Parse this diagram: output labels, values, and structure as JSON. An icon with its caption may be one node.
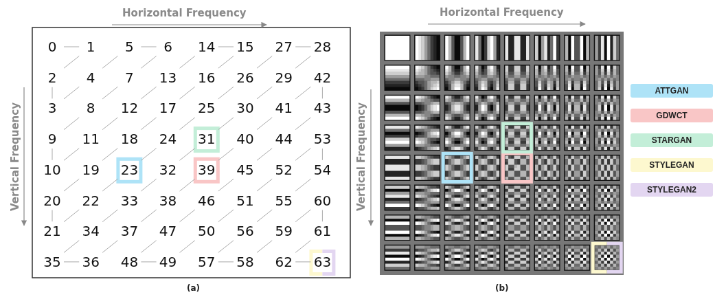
{
  "diagram": {
    "nodes": [
      {
        "text": [
          "0"
        ]
      },
      {
        "text": [
          "1"
        ]
      },
      {
        "text": [
          "2"
        ]
      },
      {
        "text": [
          "3"
        ]
      },
      {
        "text": [
          "4"
        ]
      },
      {
        "text": [
          "5"
        ]
      },
      {
        "text": [
          "6"
        ]
      },
      {
        "text": [
          "7"
        ]
      },
      {
        "text": [
          "8"
        ]
      },
      {
        "text": [
          "9"
        ]
      },
      {
        "text": [
          "10"
        ]
      },
      {
        "text": [
          "11"
        ]
      },
      {
        "text": [
          "12"
        ]
      },
      {
        "text": [
          "13"
        ]
      },
      {
        "text": [
          "14"
        ]
      },
      {
        "text": [
          "15"
        ]
      },
      {
        "text": [
          "16"
        ]
      },
      {
        "text": [
          "17"
        ]
      },
      {
        "text": [
          "18"
        ]
      },
      {
        "text": [
          "19"
        ]
      },
      {
        "text": [
          "20"
        ]
      },
      {
        "text": [
          "21"
        ]
      },
      {
        "text": [
          "22"
        ]
      },
      {
        "text": [
          "23"
        ]
      },
      {
        "text": [
          "24"
        ]
      },
      {
        "text": [
          "25"
        ]
      },
      {
        "text": [
          "26"
        ]
      },
      {
        "text": [
          "27"
        ]
      },
      {
        "text": [
          "28"
        ]
      },
      {
        "text": [
          "29"
        ]
      },
      {
        "text": [
          "30"
        ]
      },
      {
        "text": [
          "31"
        ]
      },
      {
        "text": [
          "32"
        ]
      },
      {
        "text": [
          "33"
        ]
      },
      {
        "text": [
          "34"
        ]
      },
      {
        "text": [
          "35"
        ]
      },
      {
        "text": [
          "36"
        ]
      },
      {
        "text": [
          "37"
        ]
      },
      {
        "text": [
          "38"
        ]
      },
      {
        "text": [
          "39"
        ]
      },
      {
        "text": [
          "40"
        ]
      },
      {
        "text": [
          "41"
        ]
      },
      {
        "text": [
          "42"
        ]
      },
      {
        "text": [
          "43"
        ]
      },
      {
        "text": [
          "44"
        ]
      },
      {
        "text": [
          "45"
        ]
      },
      {
        "text": [
          "46"
        ]
      },
      {
        "text": [
          "47"
        ]
      },
      {
        "text": [
          "48"
        ]
      },
      {
        "text": [
          "49"
        ]
      },
      {
        "text": [
          "50"
        ]
      },
      {
        "text": [
          "51"
        ]
      },
      {
        "text": [
          "52"
        ]
      },
      {
        "text": [
          "53"
        ]
      },
      {
        "text": [
          "54"
        ]
      },
      {
        "text": [
          "55"
        ]
      },
      {
        "text": [
          "56"
        ]
      },
      {
        "text": [
          "57"
        ]
      },
      {
        "text": [
          "58"
        ]
      },
      {
        "text": [
          "59"
        ]
      },
      {
        "text": [
          "60"
        ]
      },
      {
        "text": [
          "61"
        ]
      },
      {
        "text": [
          "62"
        ]
      },
      {
        "text": [
          "63"
        ]
      }
    ],
    "edges": [
      {
        "from": 0,
        "to": 1,
        "arrow": "none"
      },
      {
        "from": 1,
        "to": 2,
        "arrow": "none"
      },
      {
        "from": 2,
        "to": 3,
        "arrow": "none"
      },
      {
        "from": 3,
        "to": 4,
        "arrow": "none"
      },
      {
        "from": 4,
        "to": 5,
        "arrow": "none"
      },
      {
        "from": 5,
        "to": 6,
        "arrow": "none"
      },
      {
        "from": 6,
        "to": 7,
        "arrow": "none"
      },
      {
        "from": 7,
        "to": 8,
        "arrow": "none"
      },
      {
        "from": 8,
        "to": 9,
        "arrow": "none"
      },
      {
        "from": 9,
        "to": 10,
        "arrow": "none"
      },
      {
        "from": 10,
        "to": 11,
        "arrow": "none"
      },
      {
        "from": 11,
        "to": 12,
        "arrow": "none"
      },
      {
        "from": 12,
        "to": 13,
        "arrow": "none"
      },
      {
        "from": 13,
        "to": 14,
        "arrow": "none"
      },
      {
        "from": 14,
        "to": 15,
        "arrow": "none"
      },
      {
        "from": 15,
        "to": 16,
        "arrow": "none"
      },
      {
        "from": 16,
        "to": 17,
        "arrow": "none"
      },
      {
        "from": 17,
        "to": 18,
        "arrow": "none"
      },
      {
        "from": 18,
        "to": 19,
        "arrow": "none"
      },
      {
        "from": 19,
        "to": 20,
        "arrow": "none"
      },
      {
        "from": 20,
        "to": 21,
        "arrow": "none"
      },
      {
        "from": 21,
        "to": 22,
        "arrow": "none"
      },
      {
        "from": 22,
        "to": 23,
        "arrow": "none"
      },
      {
        "from": 23,
        "to": 24,
        "arrow": "none"
      },
      {
        "from": 24,
        "to": 25,
        "arrow": "none"
      },
      {
        "from": 25,
        "to": 26,
        "arrow": "none"
      },
      {
        "from": 26,
        "to": 27,
        "arrow": "none"
      },
      {
        "from": 27,
        "to": 28,
        "arrow": "none"
      },
      {
        "from": 28,
        "to": 29,
        "arrow": "none"
      },
      {
        "from": 29,
        "to": 30,
        "arrow": "none"
      },
      {
        "from": 30,
        "to": 31,
        "arrow": "none"
      },
      {
        "from": 31,
        "to": 32,
        "arrow": "none"
      },
      {
        "from": 32,
        "to": 33,
        "arrow": "none"
      },
      {
        "from": 33,
        "to": 34,
        "arrow": "none"
      },
      {
        "from": 34,
        "to": 35,
        "arrow": "none"
      },
      {
        "from": 35,
        "to": 36,
        "arrow": "none"
      },
      {
        "from": 36,
        "to": 37,
        "arrow": "none"
      },
      {
        "from": 37,
        "to": 38,
        "arrow": "none"
      },
      {
        "from": 38,
        "to": 39,
        "arrow": "none"
      },
      {
        "from": 39,
        "to": 40,
        "arrow": "none"
      },
      {
        "from": 40,
        "to": 41,
        "arrow": "none"
      },
      {
        "from": 41,
        "to": 42,
        "arrow": "none"
      },
      {
        "from": 42,
        "to": 43,
        "arrow": "none"
      },
      {
        "from": 43,
        "to": 44,
        "arrow": "none"
      },
      {
        "from": 44,
        "to": 45,
        "arrow": "none"
      },
      {
        "from": 45,
        "to": 46,
        "arrow": "none"
      },
      {
        "from": 46,
        "to": 47,
        "arrow": "none"
      },
      {
        "from": 47,
        "to": 48,
        "arrow": "none"
      },
      {
        "from": 48,
        "to": 49,
        "arrow": "none"
      },
      {
        "from": 49,
        "to": 50,
        "arrow": "none"
      },
      {
        "from": 50,
        "to": 51,
        "arrow": "none"
      },
      {
        "from": 51,
        "to": 52,
        "arrow": "none"
      },
      {
        "from": 52,
        "to": 53,
        "arrow": "none"
      },
      {
        "from": 53,
        "to": 54,
        "arrow": "none"
      },
      {
        "from": 54,
        "to": 55,
        "arrow": "none"
      },
      {
        "from": 55,
        "to": 56,
        "arrow": "none"
      },
      {
        "from": 56,
        "to": 57,
        "arrow": "none"
      },
      {
        "from": 57,
        "to": 58,
        "arrow": "none"
      },
      {
        "from": 58,
        "to": 59,
        "arrow": "none"
      },
      {
        "from": 59,
        "to": 60,
        "arrow": "none"
      },
      {
        "from": 60,
        "to": 61,
        "arrow": "none"
      },
      {
        "from": 61,
        "to": 62,
        "arrow": "none"
      },
      {
        "from": 62,
        "to": 63,
        "arrow": "none"
      }
    ],
    "labels": [
      "Horizontal Frequency",
      "Vertical Frequency",
      "(a)",
      "Horizontal Frequency",
      "Vertical Frequency",
      "(b)"
    ],
    "legend": [
      {
        "text": "ATTGAN",
        "color": "#aee3f7"
      },
      {
        "text": "GDWCT",
        "color": "#f9c6c6"
      },
      {
        "text": "STARGAN",
        "color": "#c3eed8"
      },
      {
        "text": "STYLEGAN",
        "color": "#fdf8cf"
      },
      {
        "text": "STYLEGAN2",
        "color": "#e3d6f1"
      }
    ]
  }
}
